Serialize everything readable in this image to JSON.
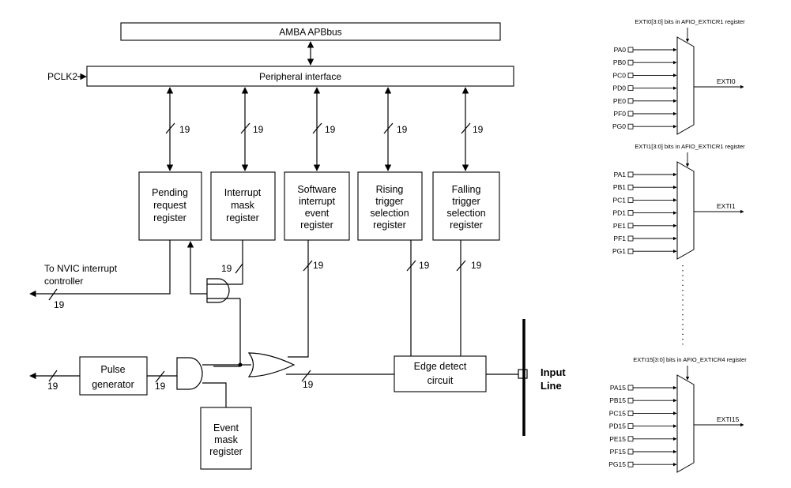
{
  "bus": {
    "amba_label": "AMBA APBbus",
    "peripheral_interface_label": "Peripheral interface",
    "pclk2_label": "PCLK2"
  },
  "bus_width": "19",
  "registers": [
    {
      "key": "pending",
      "lines": [
        "Pending",
        "request",
        "register"
      ]
    },
    {
      "key": "interrupt-mask",
      "lines": [
        "Interrupt",
        "mask",
        "register"
      ]
    },
    {
      "key": "software-interrupt-event",
      "lines": [
        "Software",
        "interrupt",
        "event",
        "register"
      ]
    },
    {
      "key": "rising-trigger",
      "lines": [
        "Rising",
        "trigger",
        "selection",
        "register"
      ]
    },
    {
      "key": "falling-trigger",
      "lines": [
        "Falling",
        "trigger",
        "selection",
        "register"
      ]
    }
  ],
  "nvic_label": [
    "To NVIC interrupt",
    "controller"
  ],
  "pulse_generator": [
    "Pulse",
    "generator"
  ],
  "event_mask": [
    "Event",
    "mask",
    "register"
  ],
  "edge_detect": [
    "Edge detect",
    "circuit"
  ],
  "input_line": [
    "Input",
    "Line"
  ],
  "muxes": [
    {
      "title": "EXTI0[3:0] bits in AFIO_EXTICR1 register",
      "inputs": [
        "PA0",
        "PB0",
        "PC0",
        "PD0",
        "PE0",
        "PF0",
        "PG0"
      ],
      "output": "EXTI0"
    },
    {
      "title": "EXTI1[3:0] bits in AFIO_EXTICR1 register",
      "inputs": [
        "PA1",
        "PB1",
        "PC1",
        "PD1",
        "PE1",
        "PF1",
        "PG1"
      ],
      "output": "EXTI1"
    },
    {
      "title": "EXTI15[3:0] bits in AFIO_EXTICR4 register",
      "inputs": [
        "PA15",
        "PB15",
        "PC15",
        "PD15",
        "PE15",
        "PF15",
        "PG15"
      ],
      "output": "EXTI15"
    }
  ]
}
